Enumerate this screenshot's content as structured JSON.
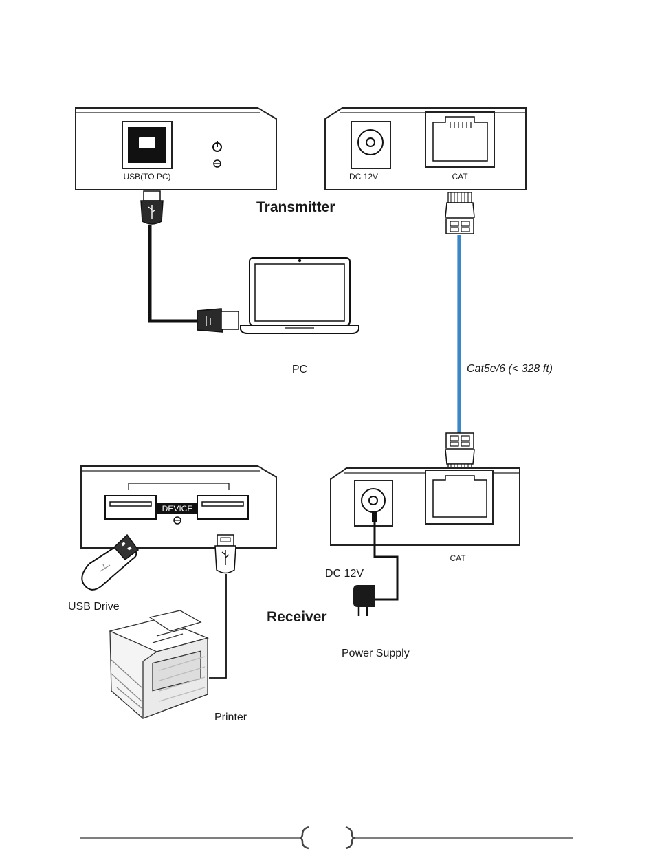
{
  "labels": {
    "usb_to_pc": "USB(TO PC)",
    "dc_12v_tx": "DC 12V",
    "cat_tx": "CAT",
    "transmitter": "Transmitter",
    "pc": "PC",
    "cable": "Cat5e/6 (< 328 ft)",
    "device": "DEVICE",
    "cat_rx": "CAT",
    "dc_12v_rx": "DC 12V",
    "usb_drive": "USB Drive",
    "receiver": "Receiver",
    "power_supply": "Power Supply",
    "printer": "Printer"
  },
  "colors": {
    "cable": "#3a86c8",
    "line": "#222222"
  },
  "icons": [
    "power-icon",
    "usb-trident-icon",
    "laptop-icon",
    "printer-icon",
    "usb-drive-icon",
    "power-adapter-icon",
    "rj45-plug-icon"
  ]
}
